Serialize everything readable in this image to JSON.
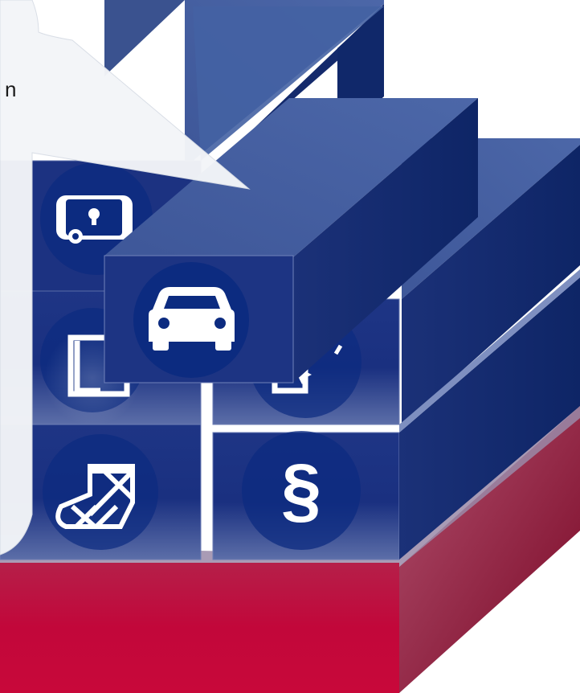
{
  "callout": {
    "text_fragment": "n"
  },
  "tiles": [
    {
      "name": "luggage-tile",
      "icon": "suitcase-lock-icon"
    },
    {
      "name": "car-tile",
      "icon": "car-icon"
    },
    {
      "name": "door-tile",
      "icon": "door-icon"
    },
    {
      "name": "house-tile",
      "icon": "house-sparkle-icon"
    },
    {
      "name": "cast-tile",
      "icon": "leg-cast-icon"
    },
    {
      "name": "legal-tile",
      "icon": "section-sign-icon",
      "glyph": "§"
    }
  ],
  "colors": {
    "block_front": "#1a2f7a",
    "block_top": "#3f5a9e",
    "block_side": "#13286a",
    "base_front": "#c8083a",
    "base_top": "#b8a6b8",
    "base_side": "#8a0a2e",
    "icon_circle": "#0c2b80",
    "bubble": "#f3f5f8"
  }
}
